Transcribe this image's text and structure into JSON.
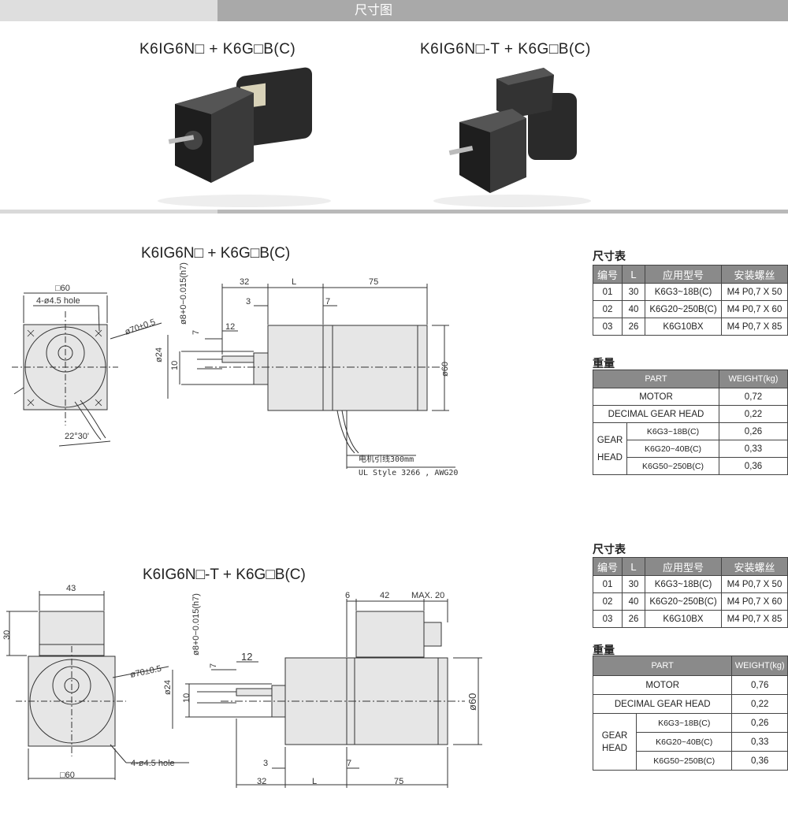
{
  "header": {
    "title": "尺寸图"
  },
  "products": [
    {
      "title": "K6IG6N□ + K6G□B(C)"
    },
    {
      "title": "K6IG6N□-T + K6G□B(C)"
    }
  ],
  "drawing1": {
    "title": "K6IG6N□ + K6G□B(C)",
    "dims": {
      "sq60": "□60",
      "hole": "4-ø4.5 hole",
      "phi70": "ø70±0.5",
      "angle": "22°30'",
      "d32": "32",
      "dL": "L",
      "d75": "75",
      "d3": "3",
      "d7": "7",
      "d12": "12",
      "d7b": "7",
      "phi24": "ø24",
      "d10": "10",
      "phi60": "ø60",
      "shaft": "ø8+0−0.015(h7)"
    },
    "lead1": "电机引线300mm",
    "lead2": "UL Style 3266 , AWG20"
  },
  "drawing2": {
    "title": "K6IG6N□-T + K6G□B(C)",
    "dims": {
      "d43": "43",
      "d30": "30",
      "phi70": "ø70±0.5",
      "hole": "4-ø4.5 hole",
      "sq60": "□60",
      "d6": "6",
      "d42": "42",
      "max20": "MAX. 20",
      "d12": "12",
      "d7": "7",
      "phi24": "ø24",
      "d10": "10",
      "phi60": "ø60",
      "d3": "3",
      "d7b": "7",
      "d32": "32",
      "dL": "L",
      "d75": "75",
      "shaft": "ø8+0−0.015(h7)"
    }
  },
  "dimTable1": {
    "label": "尺寸表",
    "headers": [
      "编号",
      "L",
      "应用型号",
      "安装螺丝"
    ],
    "rows": [
      [
        "01",
        "30",
        "K6G3~18B(C)",
        "M4 P0,7 X 50"
      ],
      [
        "02",
        "40",
        "K6G20~250B(C)",
        "M4 P0,7 X 60"
      ],
      [
        "03",
        "26",
        "K6G10BX",
        "M4 P0,7 X 85"
      ]
    ]
  },
  "weightTable1": {
    "label": "重量",
    "headers": [
      "PART",
      "WEIGHT(kg)"
    ],
    "motor": [
      "MOTOR",
      "0,72"
    ],
    "decimal": [
      "DECIMAL GEAR HEAD",
      "0,22"
    ],
    "gearLabel1": "GEAR",
    "gearLabel2": "HEAD",
    "gears": [
      [
        "K6G3~18B(C)",
        "0,26"
      ],
      [
        "K6G20~40B(C)",
        "0,33"
      ],
      [
        "K6G50~250B(C)",
        "0,36"
      ]
    ]
  },
  "dimTable2": {
    "label": "尺寸表",
    "headers": [
      "编号",
      "L",
      "应用型号",
      "安装螺丝"
    ],
    "rows": [
      [
        "01",
        "30",
        "K6G3~18B(C)",
        "M4 P0,7 X 50"
      ],
      [
        "02",
        "40",
        "K6G20~250B(C)",
        "M4 P0,7 X 60"
      ],
      [
        "03",
        "26",
        "K6G10BX",
        "M4 P0,7 X 85"
      ]
    ]
  },
  "weightTable2": {
    "label": "重量",
    "headers": [
      "PART",
      "WEIGHT(kg)"
    ],
    "motor": [
      "MOTOR",
      "0,76"
    ],
    "decimal": [
      "DECIMAL GEAR HEAD",
      "0,22"
    ],
    "gearLabel1": "GEAR",
    "gearLabel2": "HEAD",
    "gears": [
      [
        "K6G3~18B(C)",
        "0,26"
      ],
      [
        "K6G20~40B(C)",
        "0,33"
      ],
      [
        "K6G50~250B(C)",
        "0,36"
      ]
    ]
  }
}
